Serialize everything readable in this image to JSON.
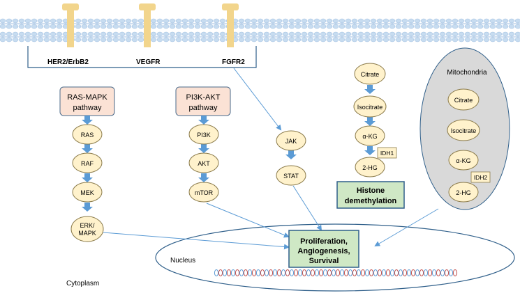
{
  "receptors": {
    "her2": "HER2/ErbB2",
    "vegfr": "VEGFR",
    "fgfr2": "FGFR2"
  },
  "pathways": {
    "ras_mapk": {
      "line1": "RAS-MAPK",
      "line2": "pathway"
    },
    "pi3k_akt": {
      "line1": "PI3K-AKT",
      "line2": "pathway"
    }
  },
  "mapk_nodes": [
    "RAS",
    "RAF",
    "MEK",
    "ERK/",
    "MAPK"
  ],
  "pi3k_nodes": [
    "PI3K",
    "AKT",
    "mTOR"
  ],
  "jak_nodes": [
    "JAK",
    "STAT"
  ],
  "cytoplasm_metabolism": {
    "nodes": [
      "Citrate",
      "Isocitrate",
      "α-KG",
      "2-HG"
    ],
    "enzyme": "IDH1"
  },
  "mitochondria": {
    "label": "Mitochondria",
    "nodes": [
      "Citrate",
      "Isocitrate",
      "α-KG",
      "2-HG"
    ],
    "enzyme": "IDH2"
  },
  "histone_box": {
    "line1": "Histone",
    "line2": "demethylation"
  },
  "outcome_box": {
    "line1": "Proliferation,",
    "line2": "Angiogenesis,",
    "line3": "Survival"
  },
  "nucleus_label": "Nucleus",
  "cytoplasm_label": "Cytoplasm",
  "colors": {
    "membrane": "#c7dcf0",
    "receptor": "#f2d58c",
    "pathway_box": "#fbe2d5",
    "pathway_border": "#4a6a8a",
    "node": "#fff2cc",
    "node_border": "#8a7a4a",
    "arrow": "#5b9bd5",
    "green_box": "#cfe8c5",
    "green_border": "#2f5f8a",
    "mito": "#d9d9d9"
  }
}
